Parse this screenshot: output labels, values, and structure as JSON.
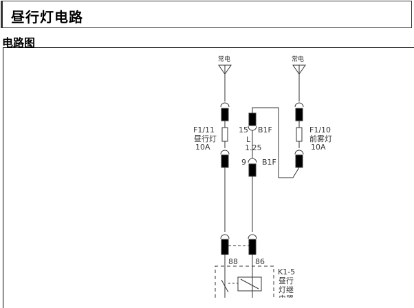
{
  "page": {
    "title": "昼行灯电路",
    "section_heading": "电路图"
  },
  "diagram": {
    "power_left": "常电",
    "power_right": "常电",
    "fuse_left": {
      "id": "F1/11",
      "name": "昼行灯",
      "rating": "10A"
    },
    "fuse_right": {
      "id": "F1/10",
      "name": "前雾灯",
      "rating": "10A"
    },
    "connector_top": {
      "pin": "15",
      "name": "B1F"
    },
    "wire": {
      "color": "L",
      "gauge": "1.25"
    },
    "connector_mid": {
      "pin": "9",
      "name": "B1F"
    },
    "relay_pin_left": "88",
    "relay_pin_right": "86",
    "relay": {
      "id": "K1-5",
      "line1": "昼行",
      "line2": "灯继",
      "line3": "电器"
    }
  }
}
